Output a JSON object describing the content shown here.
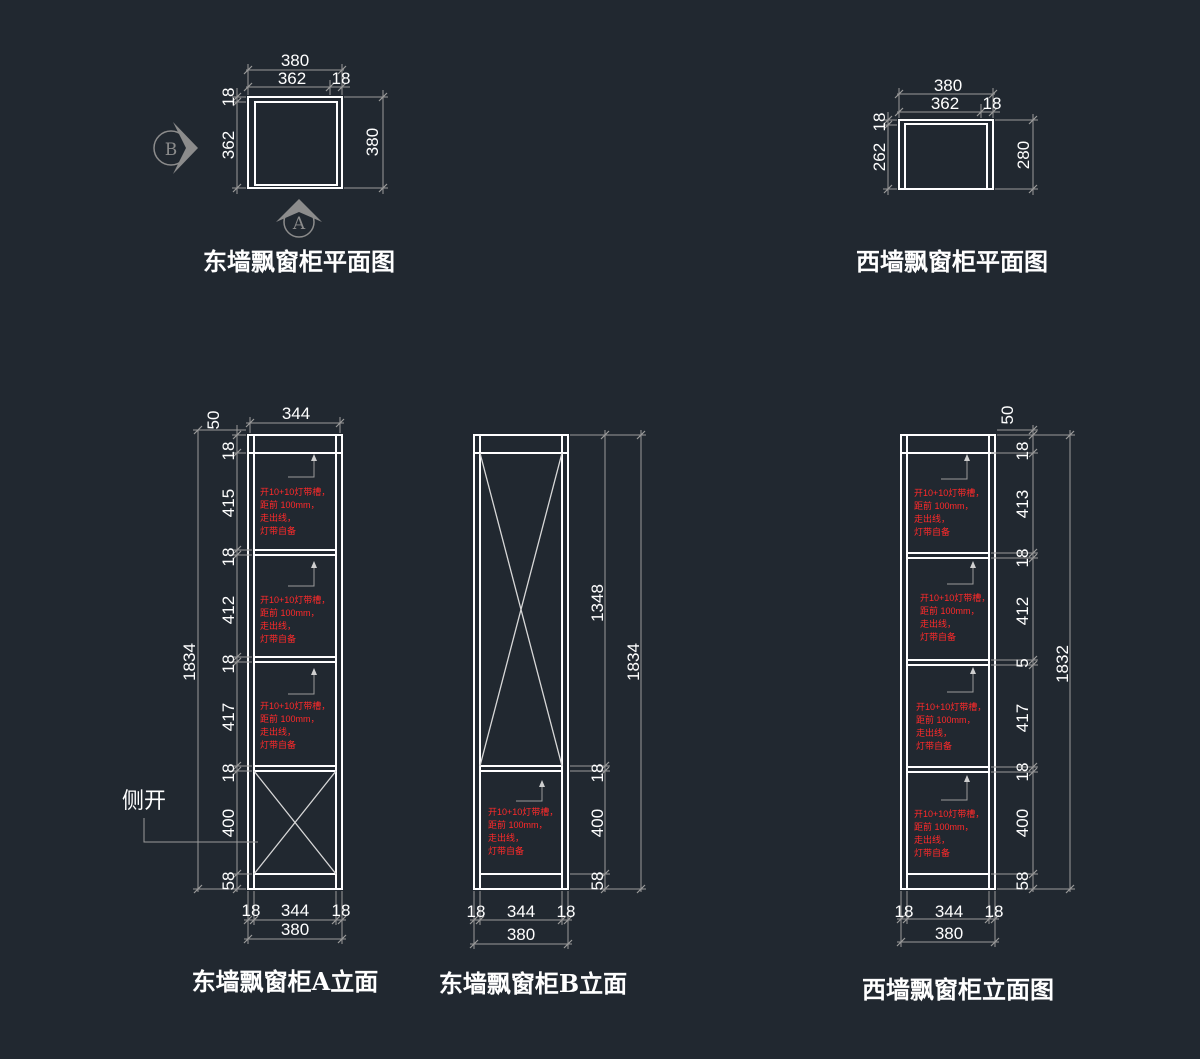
{
  "plans": {
    "east": {
      "title": "东墙飘窗柜平面图",
      "dim_total_w": "380",
      "dim_inner_w": "362",
      "dim_side_w": "18",
      "dim_top": "18",
      "dim_inner_h": "362",
      "dim_total_h": "380",
      "marker_b": "B",
      "marker_a": "A"
    },
    "west": {
      "title": "西墙飘窗柜平面图",
      "dim_total_w": "380",
      "dim_inner_w": "362",
      "dim_side_w": "18",
      "dim_top": "18",
      "dim_inner_h": "262",
      "dim_total_h": "280"
    }
  },
  "elevations": {
    "east_a": {
      "title": "东墙飘窗柜A立面",
      "top_dim": "344",
      "top_offset": "50",
      "total_h": "1834",
      "side_dims": [
        "18",
        "415",
        "18",
        "412",
        "18",
        "417",
        "18",
        "400",
        "58"
      ],
      "bottom_left": "18",
      "bottom_mid": "344",
      "bottom_right": "18",
      "bottom_total": "380",
      "side_open": "侧开"
    },
    "east_b": {
      "title": "东墙飘窗柜B立面",
      "dim_upper": "1348",
      "dim_total": "1834",
      "side_dims": [
        "18",
        "400",
        "58"
      ],
      "bottom_left": "18",
      "bottom_mid": "344",
      "bottom_right": "18",
      "bottom_total": "380"
    },
    "west": {
      "title": "西墙飘窗柜立面图",
      "top_offset": "50",
      "total_h": "1832",
      "side_dims": [
        "18",
        "413",
        "18",
        "412",
        "5",
        "417",
        "18",
        "400",
        "58"
      ],
      "bottom_left": "18",
      "bottom_mid": "344",
      "bottom_right": "18",
      "bottom_total": "380"
    }
  },
  "notes": {
    "line1": "开10+10灯带槽，",
    "line2": "距前 100mm，",
    "line3": "走出线，",
    "line4": "灯带自备"
  }
}
